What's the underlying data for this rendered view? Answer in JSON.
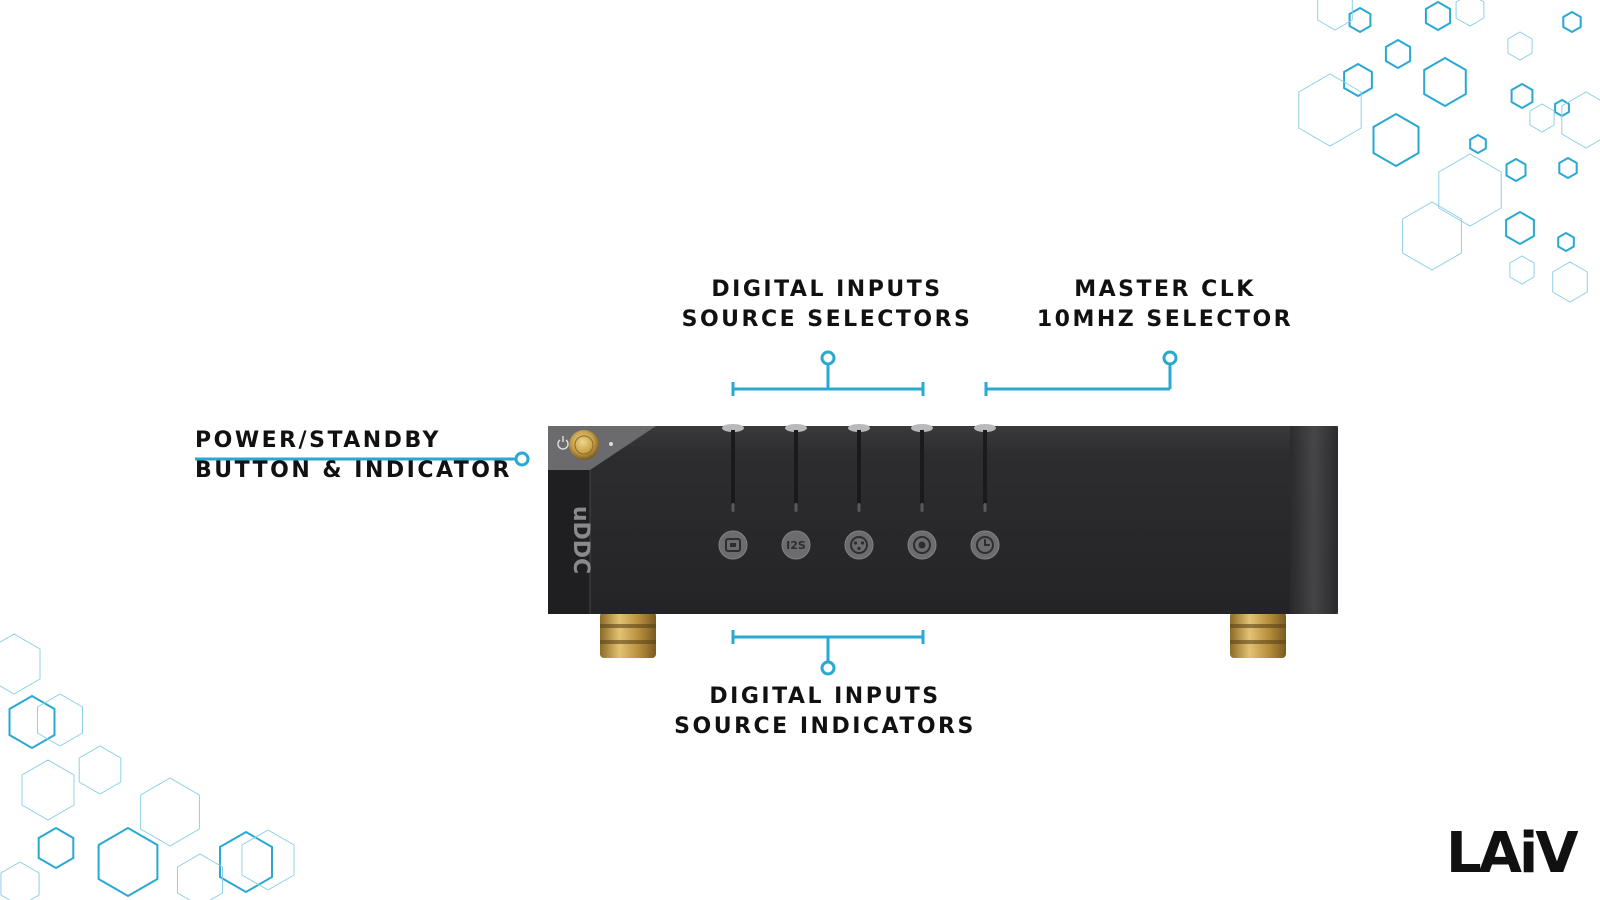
{
  "labels": {
    "power": {
      "line1": "POWER/STANDBY",
      "line2": "BUTTON & INDICATOR"
    },
    "selectors": {
      "line1": "DIGITAL INPUTS",
      "line2": "SOURCE SELECTORS"
    },
    "master_clk": {
      "line1": "MASTER CLK",
      "line2": "10MHZ SELECTOR"
    },
    "indicators": {
      "line1": "DIGITAL INPUTS",
      "line2": "SOURCE INDICATORS"
    }
  },
  "device": {
    "input_icons": [
      "usb-icon",
      "i2s-icon",
      "aes-xlr-icon",
      "coaxial-icon",
      "clock-icon"
    ],
    "i2s_text": "I2S",
    "side_text": "uDDC"
  },
  "brand": {
    "logo_text": "LAiV"
  },
  "colors": {
    "accent": "#29a9d1",
    "chassis": "#2b2b2d",
    "gold": "#c8a24a",
    "text": "#111111",
    "hex_pattern": "#8fd0e8"
  }
}
